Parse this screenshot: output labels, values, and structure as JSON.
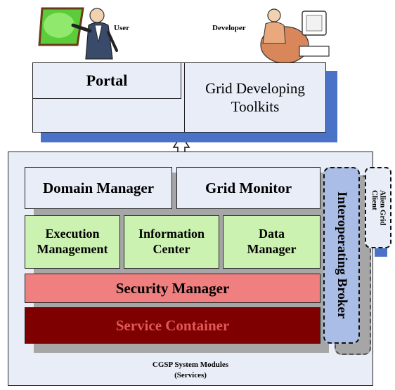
{
  "actors": {
    "user": "User",
    "developer": "Developer"
  },
  "top": {
    "portal": "Portal",
    "toolkits_line1": "Grid Developing",
    "toolkits_line2": "Toolkits"
  },
  "modules": {
    "domain_manager": "Domain Manager",
    "grid_monitor": "Grid Monitor",
    "execution_line1": "Execution",
    "execution_line2": "Management",
    "information_line1": "Information",
    "information_line2": "Center",
    "data_line1": "Data",
    "data_line2": "Manager",
    "security_manager": "Security Manager",
    "service_container": "Service Container",
    "interoperating_broker": "Interoperating Broker",
    "alien_grid_client_line1": "Alien Grid",
    "alien_grid_client_line2": "Client"
  },
  "footer": {
    "line1": "CGSP System Modules",
    "line2": "(Services)"
  },
  "colors": {
    "shadow_blue": "#4a72c6",
    "panel_light": "#e8edf7",
    "module_green": "#ccf2b1",
    "security_red": "#f08080",
    "container_dark": "#7f0000",
    "broker_blue": "#a9bde6"
  }
}
